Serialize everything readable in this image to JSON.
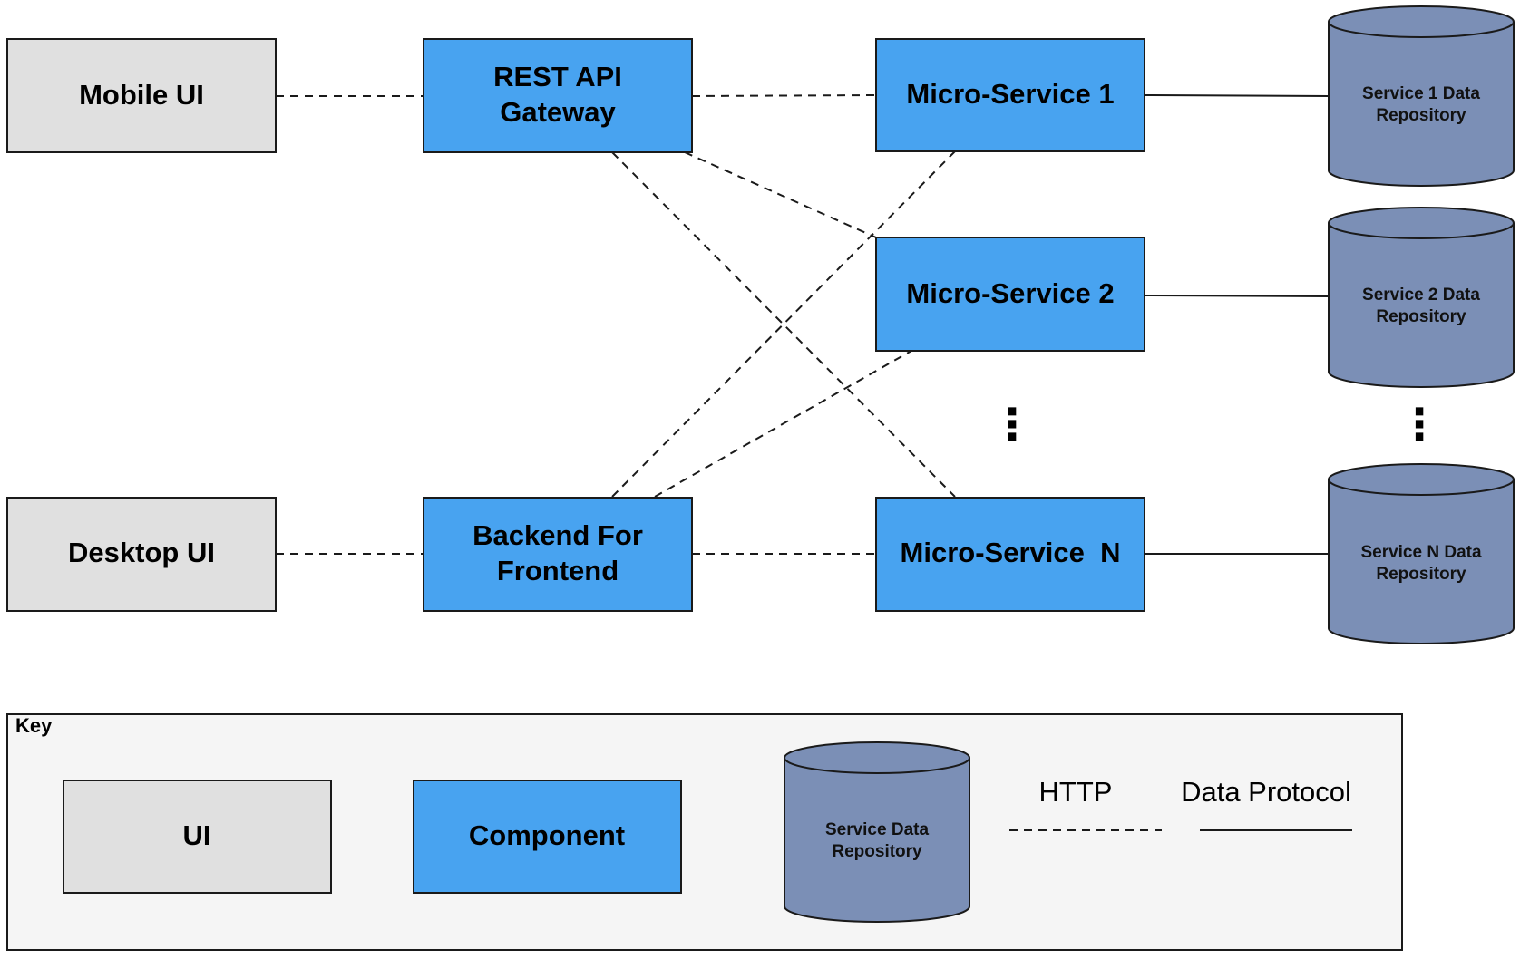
{
  "colors": {
    "ui_fill": "#e0e0e0",
    "component_fill": "#48a3f0",
    "db_fill": "#7b8fb6",
    "stroke": "#1a1a1a",
    "key_fill": "#f5f5f5"
  },
  "ui_boxes": {
    "mobile": "Mobile UI",
    "desktop": "Desktop UI"
  },
  "components": {
    "gateway": [
      "REST API",
      "Gateway"
    ],
    "bff": [
      "Backend For",
      "Frontend"
    ],
    "ms1": "Micro-Service 1",
    "ms2": "Micro-Service 2",
    "msn": "Micro-Service  N"
  },
  "repositories": {
    "r1": [
      "Service 1 Data",
      "Repository"
    ],
    "r2": [
      "Service 2 Data",
      "Repository"
    ],
    "rn": [
      "Service N Data",
      "Repository"
    ]
  },
  "ellipsis": "⋮",
  "key": {
    "title": "Key",
    "ui": "UI",
    "component": "Component",
    "repository": [
      "Service Data",
      "Repository"
    ],
    "http": "HTTP",
    "data_protocol": "Data Protocol"
  }
}
